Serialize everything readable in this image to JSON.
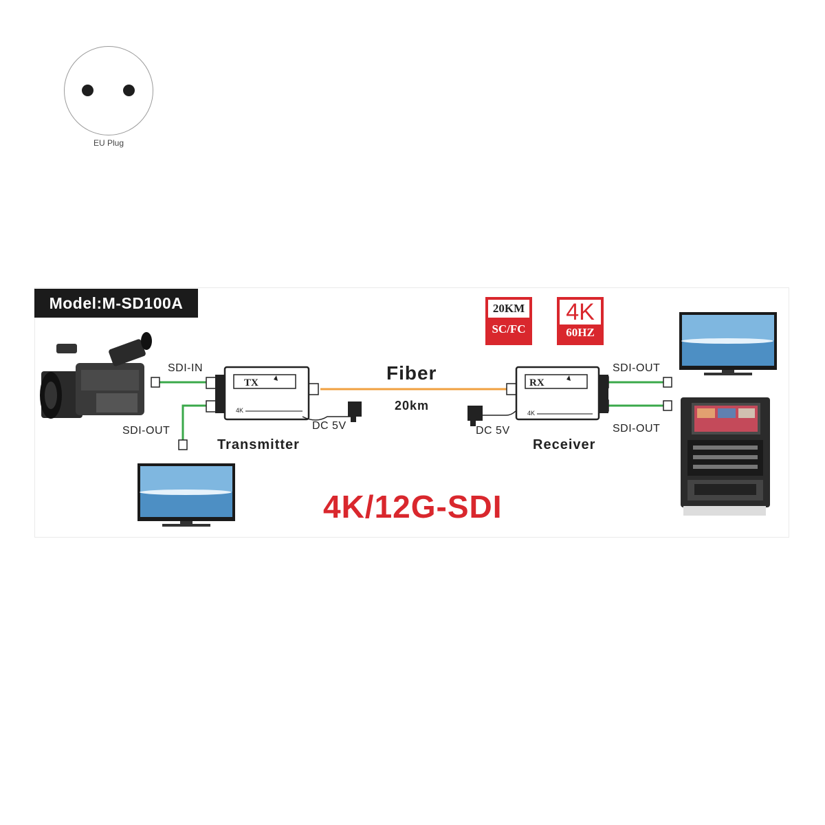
{
  "plug": {
    "label": "EU Plug"
  },
  "diagram": {
    "model": "Model:M-SD100A",
    "badges": {
      "distance_top": "20KM",
      "distance_bottom": "SC/FC",
      "res_top": "4K",
      "res_bottom": "60HZ"
    },
    "tx": {
      "name": "Transmitter",
      "box_label": "TX",
      "box_sub": "4K",
      "port_in": "SDI-IN",
      "port_out": "SDI-OUT",
      "power": "DC 5V"
    },
    "rx": {
      "name": "Receiver",
      "box_label": "RX",
      "box_sub": "4K",
      "port_out_1": "SDI-OUT",
      "port_out_2": "SDI-OUT",
      "power": "DC 5V"
    },
    "link": {
      "label": "Fiber",
      "distance": "20km"
    },
    "title": "4K/12G-SDI"
  },
  "colors": {
    "fiber": "#f0a040",
    "sdi_cable": "#3aa84a",
    "accent": "#d9272d"
  }
}
